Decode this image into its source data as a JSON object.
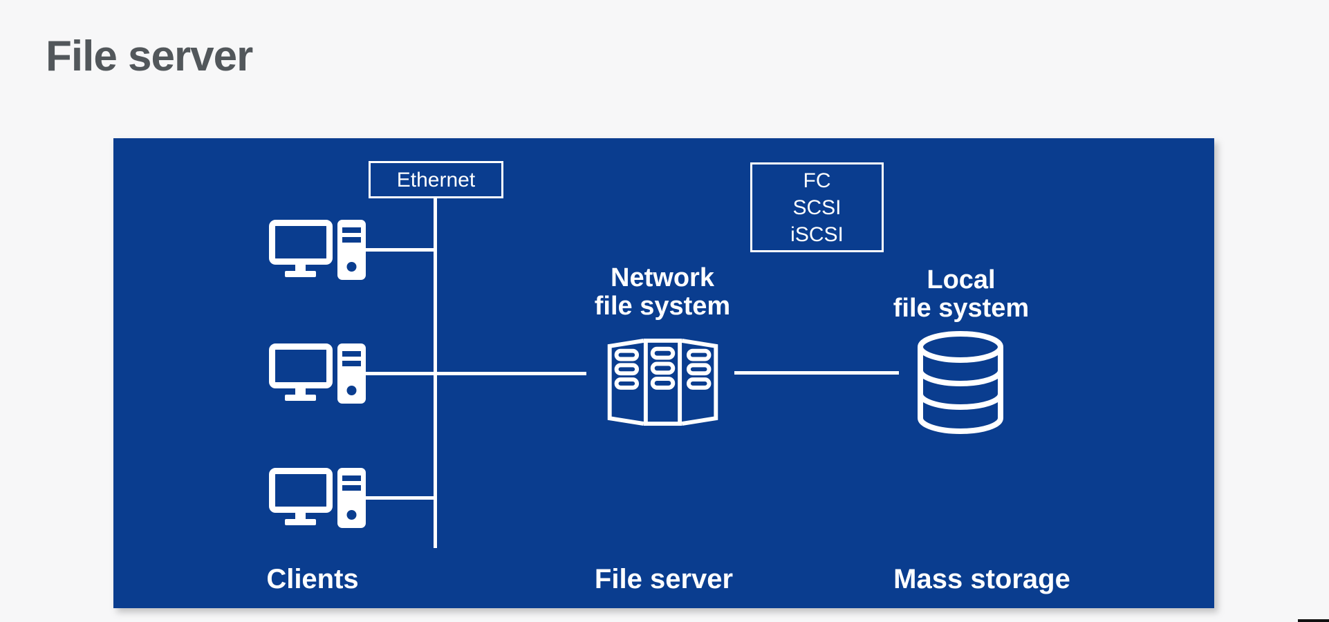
{
  "title": "File server",
  "colors": {
    "panel_blue": "#0a3d8f",
    "background": "#f7f7f8",
    "title_gray": "#52575b",
    "line_white": "#ffffff"
  },
  "diagram": {
    "ethernet": {
      "label": "Ethernet"
    },
    "protocols": {
      "line1": "FC",
      "line2": "SCSI",
      "line3": "iSCSI"
    },
    "clients_node": {
      "caption": "Clients"
    },
    "file_server_node": {
      "label_line1": "Network",
      "label_line2": "file system",
      "caption": "File server"
    },
    "storage_node": {
      "label_line1": "Local",
      "label_line2": "file system",
      "caption": "Mass storage"
    },
    "icons": {
      "client": "client-computer-icon",
      "server": "server-rack-icon",
      "storage": "disk-stack-icon"
    }
  }
}
